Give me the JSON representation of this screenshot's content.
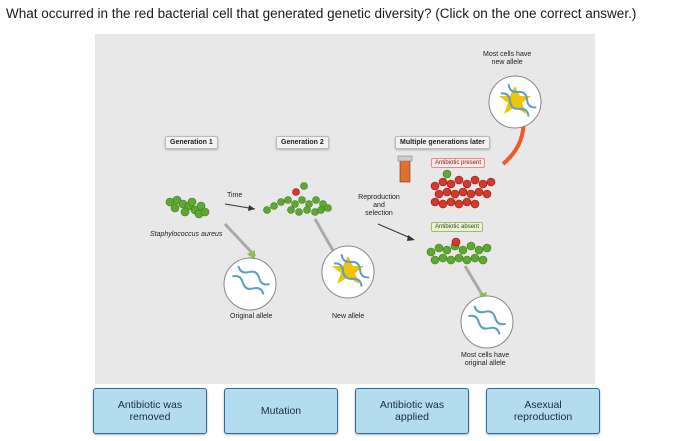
{
  "question": "What occurred in the red bacterial cell that generated genetic diversity? (Click on the one correct answer.)",
  "figure": {
    "generation1": "Generation 1",
    "generation2": "Generation 2",
    "multiple_generations": "Multiple generations later",
    "time": "Time",
    "species": "Staphylococcus aureus",
    "original_allele": "Original allele",
    "new_allele": "New allele",
    "reproduction_selection": [
      "Reproduction",
      "and",
      "selection"
    ],
    "antibiotic_present": "Antibiotic present",
    "antibiotic_absent": "Antibiotic absent",
    "most_new_allele": [
      "Most cells have",
      "new allele"
    ],
    "most_original_allele": [
      "Most cells have",
      "original allele"
    ]
  },
  "answers": [
    {
      "lines": [
        "Antibiotic was",
        "removed"
      ]
    },
    {
      "lines": [
        "Mutation"
      ]
    },
    {
      "lines": [
        "Antibiotic was",
        "applied"
      ]
    },
    {
      "lines": [
        "Asexual",
        "reproduction"
      ]
    }
  ],
  "colors": {
    "answer_bg": "#b4dcef",
    "answer_border": "#2f6b9a",
    "green_cell": "#5fa832",
    "red_cell": "#d8372b",
    "arrow_orange": "#ef5a2a"
  }
}
